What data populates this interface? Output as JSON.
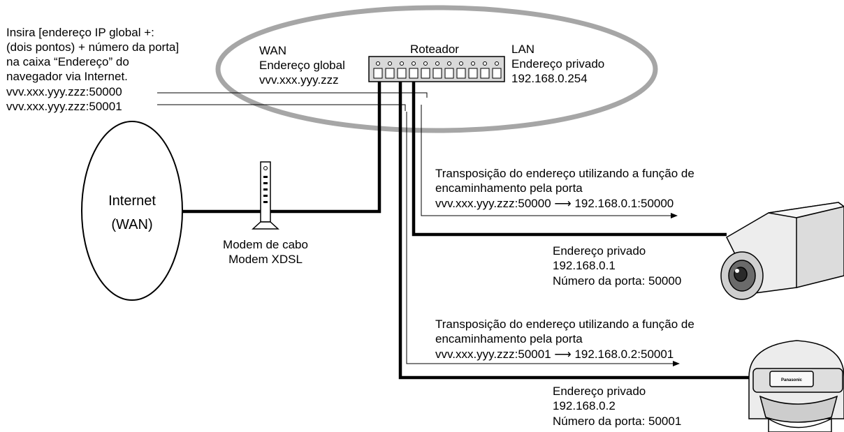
{
  "instructions": [
    "Insira [endereço IP global +:",
    "(dois pontos) + número da porta]",
    "na caixa “Endereço” do",
    "navegador via Internet."
  ],
  "url_1": "vvv.xxx.yyy.zzz:50000",
  "url_2": "vvv.xxx.yyy.zzz:50001",
  "router": {
    "label": "Roteador",
    "wan_title": "WAN",
    "wan_subtitle": "Endereço global",
    "wan_address": "vvv.xxx.yyy.zzz",
    "lan_title": "LAN",
    "lan_subtitle": "Endereço privado",
    "lan_address": "192.168.0.254"
  },
  "internet": {
    "line1": "Internet",
    "line2": "(WAN)"
  },
  "modem": {
    "line1": "Modem de cabo",
    "line2": "Modem XDSL"
  },
  "forward_1": {
    "line1": "Transposição do endereço utilizando a função de",
    "line2": "encaminhamento pela porta",
    "line3": "vvv.xxx.yyy.zzz:50000 ⟶ 192.168.0.1:50000"
  },
  "forward_2": {
    "line1": "Transposição do endereço utilizando a função de",
    "line2": "encaminhamento pela porta",
    "line3": "vvv.xxx.yyy.zzz:50001 ⟶ 192.168.0.2:50001"
  },
  "camera_1": {
    "line1": "Endereço privado",
    "line2": "192.168.0.1",
    "line3": "Número da porta: 50000"
  },
  "camera_2": {
    "line1": "Endereço privado",
    "line2": "192.168.0.2",
    "line3": "Número da porta: 50001",
    "brand": "Panasonic"
  },
  "colors": {
    "ellipse": "#a6a6a6",
    "line": "#000000",
    "router_fill": "#d9d9d9"
  }
}
